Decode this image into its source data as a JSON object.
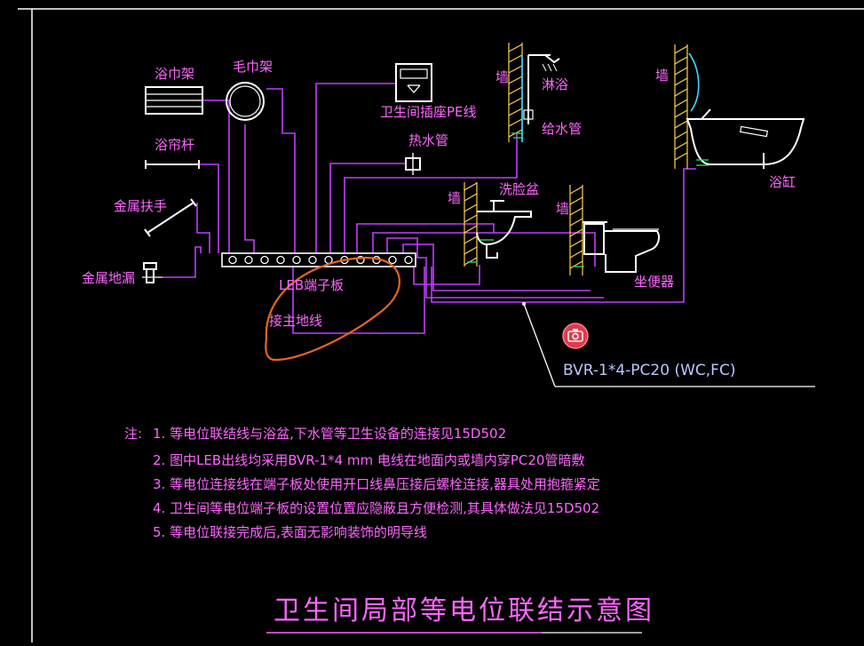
{
  "labels": {
    "towel_rack": "浴巾架",
    "towel_ring": "毛巾架",
    "curtain_rod": "浴帘杆",
    "handrail": "金属扶手",
    "floor_drain": "金属地漏",
    "socket_pe": "卫生间插座PE线",
    "water_heater": "热水管",
    "wall_1": "墙",
    "shower": "淋浴",
    "water_supply": "给水管",
    "wall_2": "墙",
    "bathtub": "浴缸",
    "wall_3": "墙",
    "washbasin": "洗脸盆",
    "wall_4": "墙",
    "toilet": "坐便器",
    "leb": "LEB端子板",
    "main_ground": "接主地线",
    "bvr": "BVR-1*4-PC20 (WC,FC)"
  },
  "notes": {
    "prefix": "注:",
    "items": [
      "1. 等电位联结线与浴盆,下水管等卫生设备的连接见15D502",
      "2. 图中LEB出线均采用BVR-1*4   mm   电线在地面内或墙内穿PC20管暗敷",
      "3. 等电位连接线在端子板处使用开口线鼻压接后螺栓连接,器具处用抱箍紧定",
      "4. 卫生间等电位端子板的设置位置应隐蔽且方便检测,其具体做法见15D502",
      "5. 等电位联接完成后,表面无影响装饰的明导线"
    ]
  },
  "title": "卫生间局部等电位联结示意图",
  "colors": {
    "text": "#ff66ff",
    "wire": "#c03cff",
    "fixture": "#ffffff",
    "pipe": "#35e0ff",
    "highlight": "#e8641e",
    "camera": "#e23a4c"
  },
  "icons": {
    "camera": "camera-icon"
  }
}
